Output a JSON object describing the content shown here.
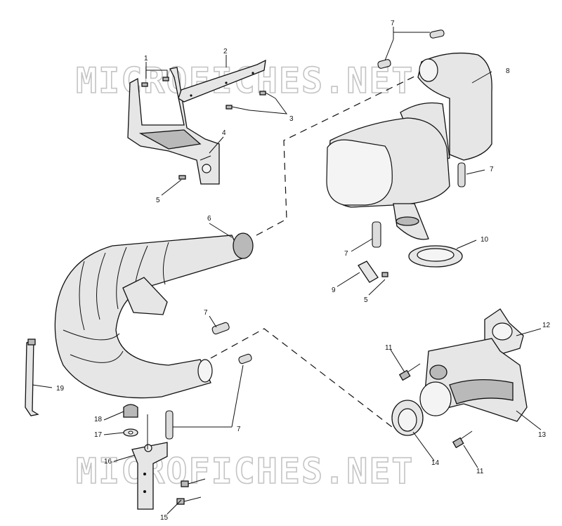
{
  "watermark": "MICROFICHES.NET",
  "callouts": {
    "c1": "1",
    "c2": "2",
    "c3": "3",
    "c4": "4",
    "c5a": "5",
    "c5b": "5",
    "c6": "6",
    "c7a": "7",
    "c7b": "7",
    "c7c": "7",
    "c7d": "7",
    "c7e": "7",
    "c8": "8",
    "c9": "9",
    "c10": "10",
    "c11a": "11",
    "c11b": "11",
    "c12": "12",
    "c13": "13",
    "c14": "14",
    "c15": "15",
    "c16": "16",
    "c17": "17",
    "c18": "18",
    "c19": "19"
  }
}
